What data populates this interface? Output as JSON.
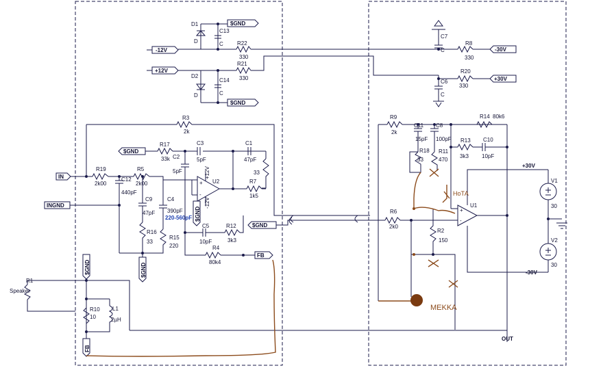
{
  "flags": {
    "gnd1": "$GND",
    "gnd2": "$GND",
    "gnd3": "$GND",
    "gnd4": "$GND",
    "gnd_v1": "$GND",
    "gnd_v2": "$GND",
    "gnd_r1": "$GND",
    "m12v": "-12V",
    "p12v": "+12V",
    "m30v": "-30V",
    "p30v": "+30V",
    "in": "IN",
    "ingnd": "INGND",
    "fb": "FB",
    "fb2": "FB"
  },
  "components": {
    "D1": {
      "ref": "D1",
      "val": "D"
    },
    "D2": {
      "ref": "D2",
      "val": "D"
    },
    "C13": {
      "ref": "C13",
      "val": "C"
    },
    "C14": {
      "ref": "C14",
      "val": "C"
    },
    "R22": {
      "ref": "R22",
      "val": "330"
    },
    "R21": {
      "ref": "R21",
      "val": "330"
    },
    "C7": {
      "ref": "C7",
      "val": "C"
    },
    "C6": {
      "ref": "C6",
      "val": "C"
    },
    "R8": {
      "ref": "R8",
      "val": "330"
    },
    "R20": {
      "ref": "R20",
      "val": "330"
    },
    "R3": {
      "ref": "R3",
      "val": "2k"
    },
    "R17": {
      "ref": "R17",
      "val": "33k"
    },
    "C3": {
      "ref": "C3",
      "val": "5pF"
    },
    "C1": {
      "ref": "C1",
      "val": "47pF"
    },
    "C2": {
      "ref": "C2",
      "val": "5pF"
    },
    "R19": {
      "ref": "R19",
      "val": "2k00"
    },
    "R5": {
      "ref": "R5",
      "val": "2k00"
    },
    "C12": {
      "ref": "C12",
      "val": "440pF"
    },
    "C9": {
      "ref": "C9",
      "val": "47pF"
    },
    "C4": {
      "ref": "C4",
      "val": "390pF",
      "note": "220-560pF"
    },
    "R16": {
      "ref": "R16",
      "val": "33"
    },
    "R15": {
      "ref": "R15",
      "val": "220"
    },
    "U2": {
      "ref": "U2",
      "vp": "+12V",
      "vn": "-12V"
    },
    "R7": {
      "ref": "R7",
      "val": "1k5"
    },
    "R_33": {
      "val": "33"
    },
    "C5": {
      "ref": "C5",
      "val": "10pF"
    },
    "R12": {
      "ref": "R12",
      "val": "3k3"
    },
    "R4": {
      "ref": "R4",
      "val": "80k4"
    },
    "R1": {
      "ref": "R1",
      "val": "Speaker"
    },
    "R10": {
      "ref": "R10",
      "val": "10"
    },
    "L1": {
      "ref": "L1",
      "val": "2µH"
    },
    "R9": {
      "ref": "R9",
      "val": "2k"
    },
    "C11": {
      "ref": "C11",
      "val": "15pF"
    },
    "C8": {
      "ref": "C8",
      "val": "100pF"
    },
    "R14": {
      "ref": "R14",
      "val": "80k6"
    },
    "R18": {
      "ref": "R18",
      "val": "33"
    },
    "R11": {
      "ref": "R11",
      "val": "470"
    },
    "R13": {
      "ref": "R13",
      "val": "3k3"
    },
    "C10": {
      "ref": "C10",
      "val": "10pF"
    },
    "R6": {
      "ref": "R6",
      "val": "2k0"
    },
    "U1": {
      "ref": "U1"
    },
    "R2": {
      "ref": "R2",
      "val": "150"
    },
    "V1": {
      "ref": "V1",
      "val": "30"
    },
    "V2": {
      "ref": "V2",
      "val": "30"
    }
  },
  "labels": {
    "p30": "+30V",
    "m30": "-30V",
    "out": "OUT",
    "annotation_mekka": "MEKKA",
    "annotation_hot": "НоТА"
  },
  "colors": {
    "wire": "#1a1a4a",
    "markup": "#8b4a1a",
    "note": "#1d3fb0"
  }
}
